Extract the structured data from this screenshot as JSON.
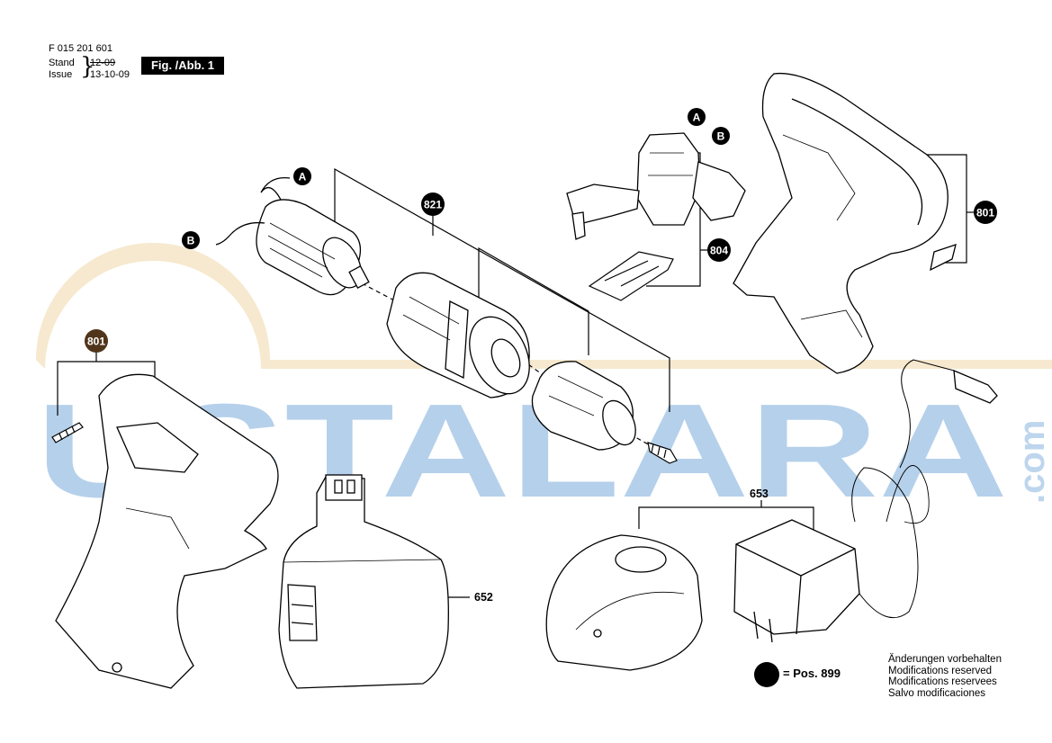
{
  "header": {
    "doc_number": "F 015 201 601",
    "stand_label": "Stand",
    "issue_label": "Issue",
    "stand_date": "12-09",
    "issue_date": "13-10-09",
    "figure_label": "Fig. /Abb. 1"
  },
  "watermark": {
    "text": "USTALARA",
    "suffix": ".com",
    "color": "#3f86c8",
    "ring_color": "#e9c98a"
  },
  "callouts": {
    "motor_lead_a": "A",
    "motor_lead_b": "B",
    "switch_a": "A",
    "switch_b": "B",
    "gear_group": "821",
    "switch_group": "804",
    "housing_right": "801",
    "housing_left": "801",
    "battery": "652",
    "charger": "653"
  },
  "legend": {
    "text": "= Pos. 899"
  },
  "notes": {
    "de": "Änderungen vorbehalten",
    "en": "Modifications reserved",
    "fr": "Modifications reservees",
    "es": "Salvo modificaciones"
  }
}
